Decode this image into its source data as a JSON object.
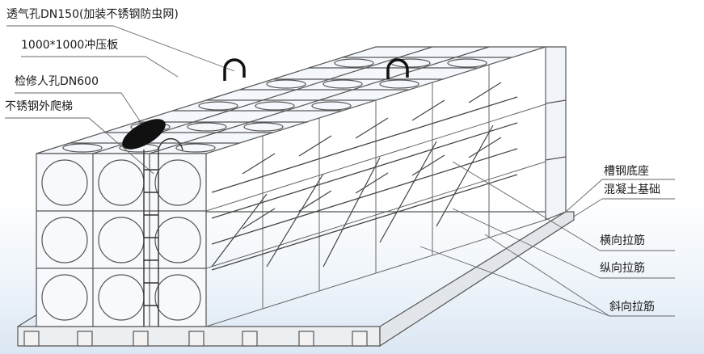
{
  "labels": {
    "vent": "透气孔DN150(加装不锈钢防虫网)",
    "stamped_plate": "1000*1000冲压板",
    "manhole": "检修人孔DN600",
    "ladder": "不锈钢外爬梯",
    "channel_steel_base": "槽钢底座",
    "concrete_foundation": "混凝土基础",
    "transverse_tie": "横向拉筋",
    "longitudinal_tie": "纵向拉筋",
    "diagonal_tie": "斜向拉筋"
  },
  "colors": {
    "line": "#555555",
    "panel_fill": "#f4f7fb",
    "manhole_fill": "#111111",
    "text": "#1a1a1a"
  }
}
